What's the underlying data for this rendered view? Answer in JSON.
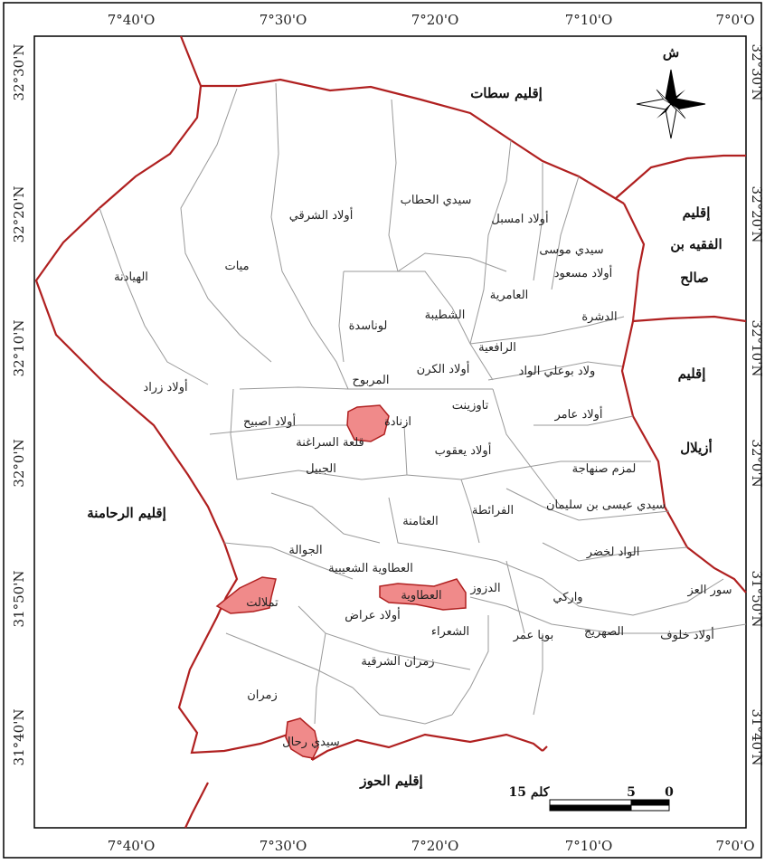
{
  "map": {
    "longitude_labels": [
      "7°40'O",
      "7°30'O",
      "7°20'O",
      "7°10'O",
      "7°0'O"
    ],
    "latitude_labels": [
      "32°30'N",
      "32°20'N",
      "32°10'N",
      "32°0'N",
      "31°50'N",
      "31°40'N"
    ],
    "north_label": "ش",
    "provinces": {
      "settat": "إقليم سطات",
      "fkih_ben_saleh_1": "إقليم",
      "fkih_ben_saleh_2": "الفقيه بن",
      "fkih_ben_saleh_3": "صالح",
      "azilal_1": "إقليم",
      "azilal_2": "أزيلال",
      "rhamna": "إقليم الرحامنة",
      "haouz": "إقليم الحوز"
    },
    "communes": {
      "sidi_hattab": "سيدي الحطاب",
      "oulad_cherki": "أولاد الشرقي",
      "oulad_msbel": "أولاد امسبل",
      "sidi_moussa": "سيدي موسى",
      "oulad_messaoud": "أولاد مسعود",
      "mayate": "ميات",
      "haydana": "الهيادنة",
      "laamria": "العامرية",
      "chtaiba": "الشطيبة",
      "lounasda": "لوناسدة",
      "dachra": "الدشرة",
      "rafiaa": "الرافعية",
      "oulad_karm": "أولاد الكرن",
      "marbouh": "المربوح",
      "oulad_bouali_loued": "ولاد بوعلي الواد",
      "oulad_zerrad": "أولاد زراد",
      "tawzint": "تاوزينت",
      "oulad_amer": "أولاد عامر",
      "azzanad": "ازنادة",
      "oulad_sbih": "أولاد اصبيح",
      "kalaat_sraghna": "قلعة السراغنة",
      "oulad_yaacoub": "أولاد يعقوب",
      "lamzam_sanhaja": "لمزم صنهاجة",
      "jbil": "الجبيل",
      "sidi_aissa": "سيدي عيسى بن سليمان",
      "laattaouia_chaibia": "العطاوية الشعيبية",
      "faraita": "الفرائطة",
      "laathamna": "العثامنة",
      "loued_lakhdar": "الواد لخضر",
      "jawala": "الجوالة",
      "dzouz": "الدزوز",
      "attaouia": "العطاوية",
      "tamellalt": "تملالت",
      "oulad_aarrad": "أولاد عراض",
      "ouargui": "واركي",
      "sour_laaz": "سور العز",
      "chaara": "الشعراء",
      "bouya_omar": "بويا عمر",
      "sahrij": "الصهريج",
      "oulad_khallouf": "أولاد خلوف",
      "zemrane_charqia": "زمران الشرقية",
      "zemrane": "زمران",
      "sidi_rahal": "سيدي رحال"
    },
    "scale_bar": {
      "label_15": "15 كلم",
      "label_5": "5",
      "label_0": "0"
    },
    "colors": {
      "boundary": "#b02020",
      "internal": "#9a9a9a",
      "urban": "#f08a8a",
      "frame": "#000000"
    }
  }
}
